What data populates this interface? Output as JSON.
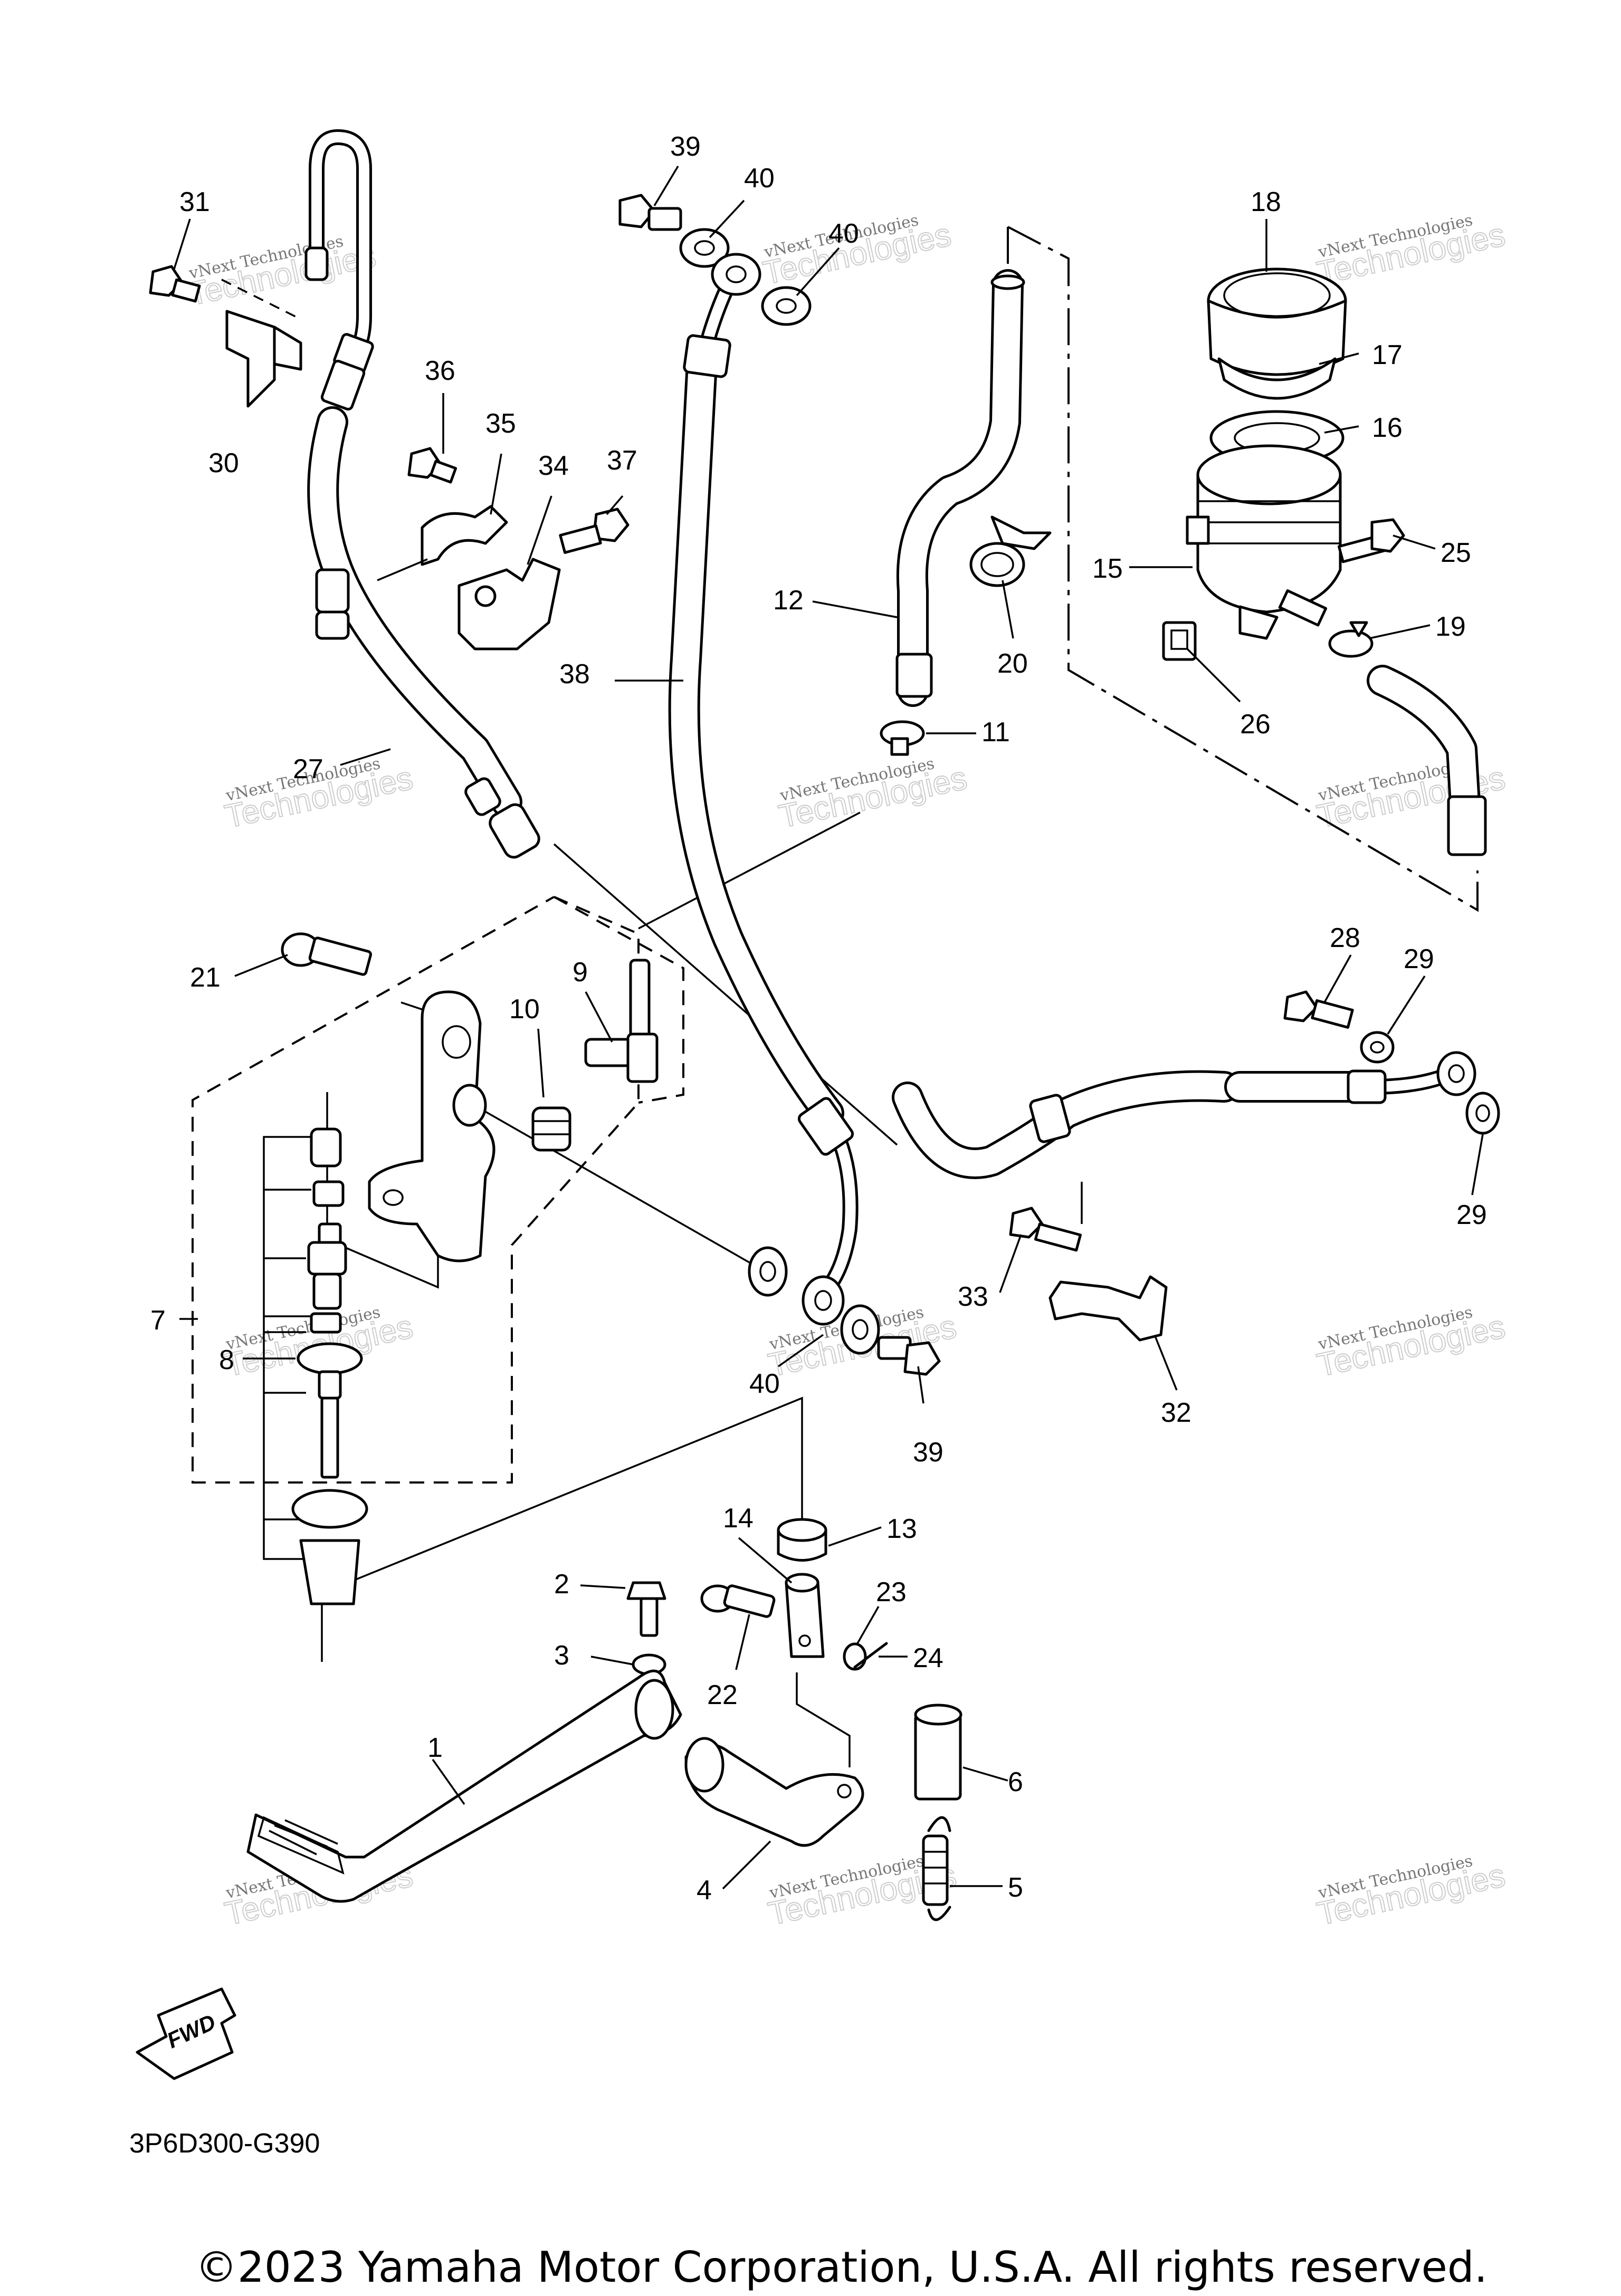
{
  "diagram": {
    "code": "3P6D300-G390",
    "copyright": "©2023 Yamaha Motor Corporation, U.S.A. All rights reserved.",
    "fwd_label": "FWD",
    "watermark": {
      "line1": "vNext Technologies",
      "line2": "Technologies"
    },
    "labels": [
      {
        "id": "1",
        "text": "1"
      },
      {
        "id": "2",
        "text": "2"
      },
      {
        "id": "3",
        "text": "3"
      },
      {
        "id": "4",
        "text": "4"
      },
      {
        "id": "5",
        "text": "5"
      },
      {
        "id": "6",
        "text": "6"
      },
      {
        "id": "7",
        "text": "7"
      },
      {
        "id": "8",
        "text": "8"
      },
      {
        "id": "9",
        "text": "9"
      },
      {
        "id": "10",
        "text": "10"
      },
      {
        "id": "11",
        "text": "11"
      },
      {
        "id": "12",
        "text": "12"
      },
      {
        "id": "13",
        "text": "13"
      },
      {
        "id": "14",
        "text": "14"
      },
      {
        "id": "15",
        "text": "15"
      },
      {
        "id": "16",
        "text": "16"
      },
      {
        "id": "17",
        "text": "17"
      },
      {
        "id": "18",
        "text": "18"
      },
      {
        "id": "19",
        "text": "19"
      },
      {
        "id": "20",
        "text": "20"
      },
      {
        "id": "21",
        "text": "21"
      },
      {
        "id": "22",
        "text": "22"
      },
      {
        "id": "23",
        "text": "23"
      },
      {
        "id": "24",
        "text": "24"
      },
      {
        "id": "25",
        "text": "25"
      },
      {
        "id": "26",
        "text": "26"
      },
      {
        "id": "27",
        "text": "27"
      },
      {
        "id": "28",
        "text": "28"
      },
      {
        "id": "29a",
        "text": "29"
      },
      {
        "id": "29b",
        "text": "29"
      },
      {
        "id": "30",
        "text": "30"
      },
      {
        "id": "31",
        "text": "31"
      },
      {
        "id": "32",
        "text": "32"
      },
      {
        "id": "33",
        "text": "33"
      },
      {
        "id": "34",
        "text": "34"
      },
      {
        "id": "35",
        "text": "35"
      },
      {
        "id": "36",
        "text": "36"
      },
      {
        "id": "37",
        "text": "37"
      },
      {
        "id": "38",
        "text": "38"
      },
      {
        "id": "39a",
        "text": "39"
      },
      {
        "id": "39b",
        "text": "39"
      },
      {
        "id": "40a",
        "text": "40"
      },
      {
        "id": "40b",
        "text": "40"
      },
      {
        "id": "40c",
        "text": "40"
      }
    ]
  }
}
